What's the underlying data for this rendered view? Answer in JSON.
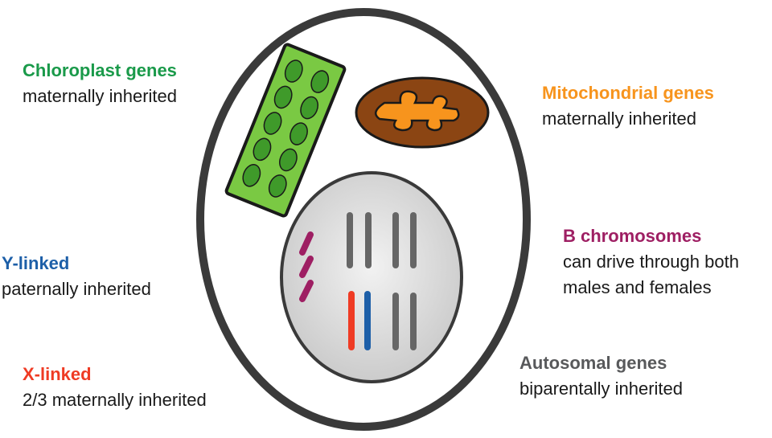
{
  "labels": {
    "chloroplast": {
      "title": "Chloroplast genes",
      "sub": "maternally inherited",
      "color": "#1a9a4a"
    },
    "mito": {
      "title": "Mitochondrial genes",
      "sub": "maternally inherited",
      "color": "#f7941d"
    },
    "ylinked": {
      "title": "Y-linked",
      "sub": "paternally inherited",
      "color": "#1d5fa8"
    },
    "bchrom": {
      "title": "B chromosomes",
      "sub1": "can drive through both",
      "sub2": "males and females",
      "color": "#9e1f63"
    },
    "xlinked": {
      "title": "X-linked",
      "sub": "2/3 maternally inherited",
      "color": "#ef3b24"
    },
    "autosomal": {
      "title": "Autosomal genes",
      "sub": "biparentally inherited",
      "color": "#58595b"
    }
  },
  "colors": {
    "cell_outline": "#3a3a3a",
    "chloroplast_fill": "#7ac943",
    "thylakoid_fill": "#3f9a2a",
    "mito_fill": "#8b4513",
    "mito_inner": "#f7941d",
    "nucleus_fill": "#d9d9d9",
    "autosome": "#666666",
    "b_chrom": "#9e1f63",
    "x_chrom": "#ef3b24",
    "y_chrom": "#1d5fa8"
  }
}
